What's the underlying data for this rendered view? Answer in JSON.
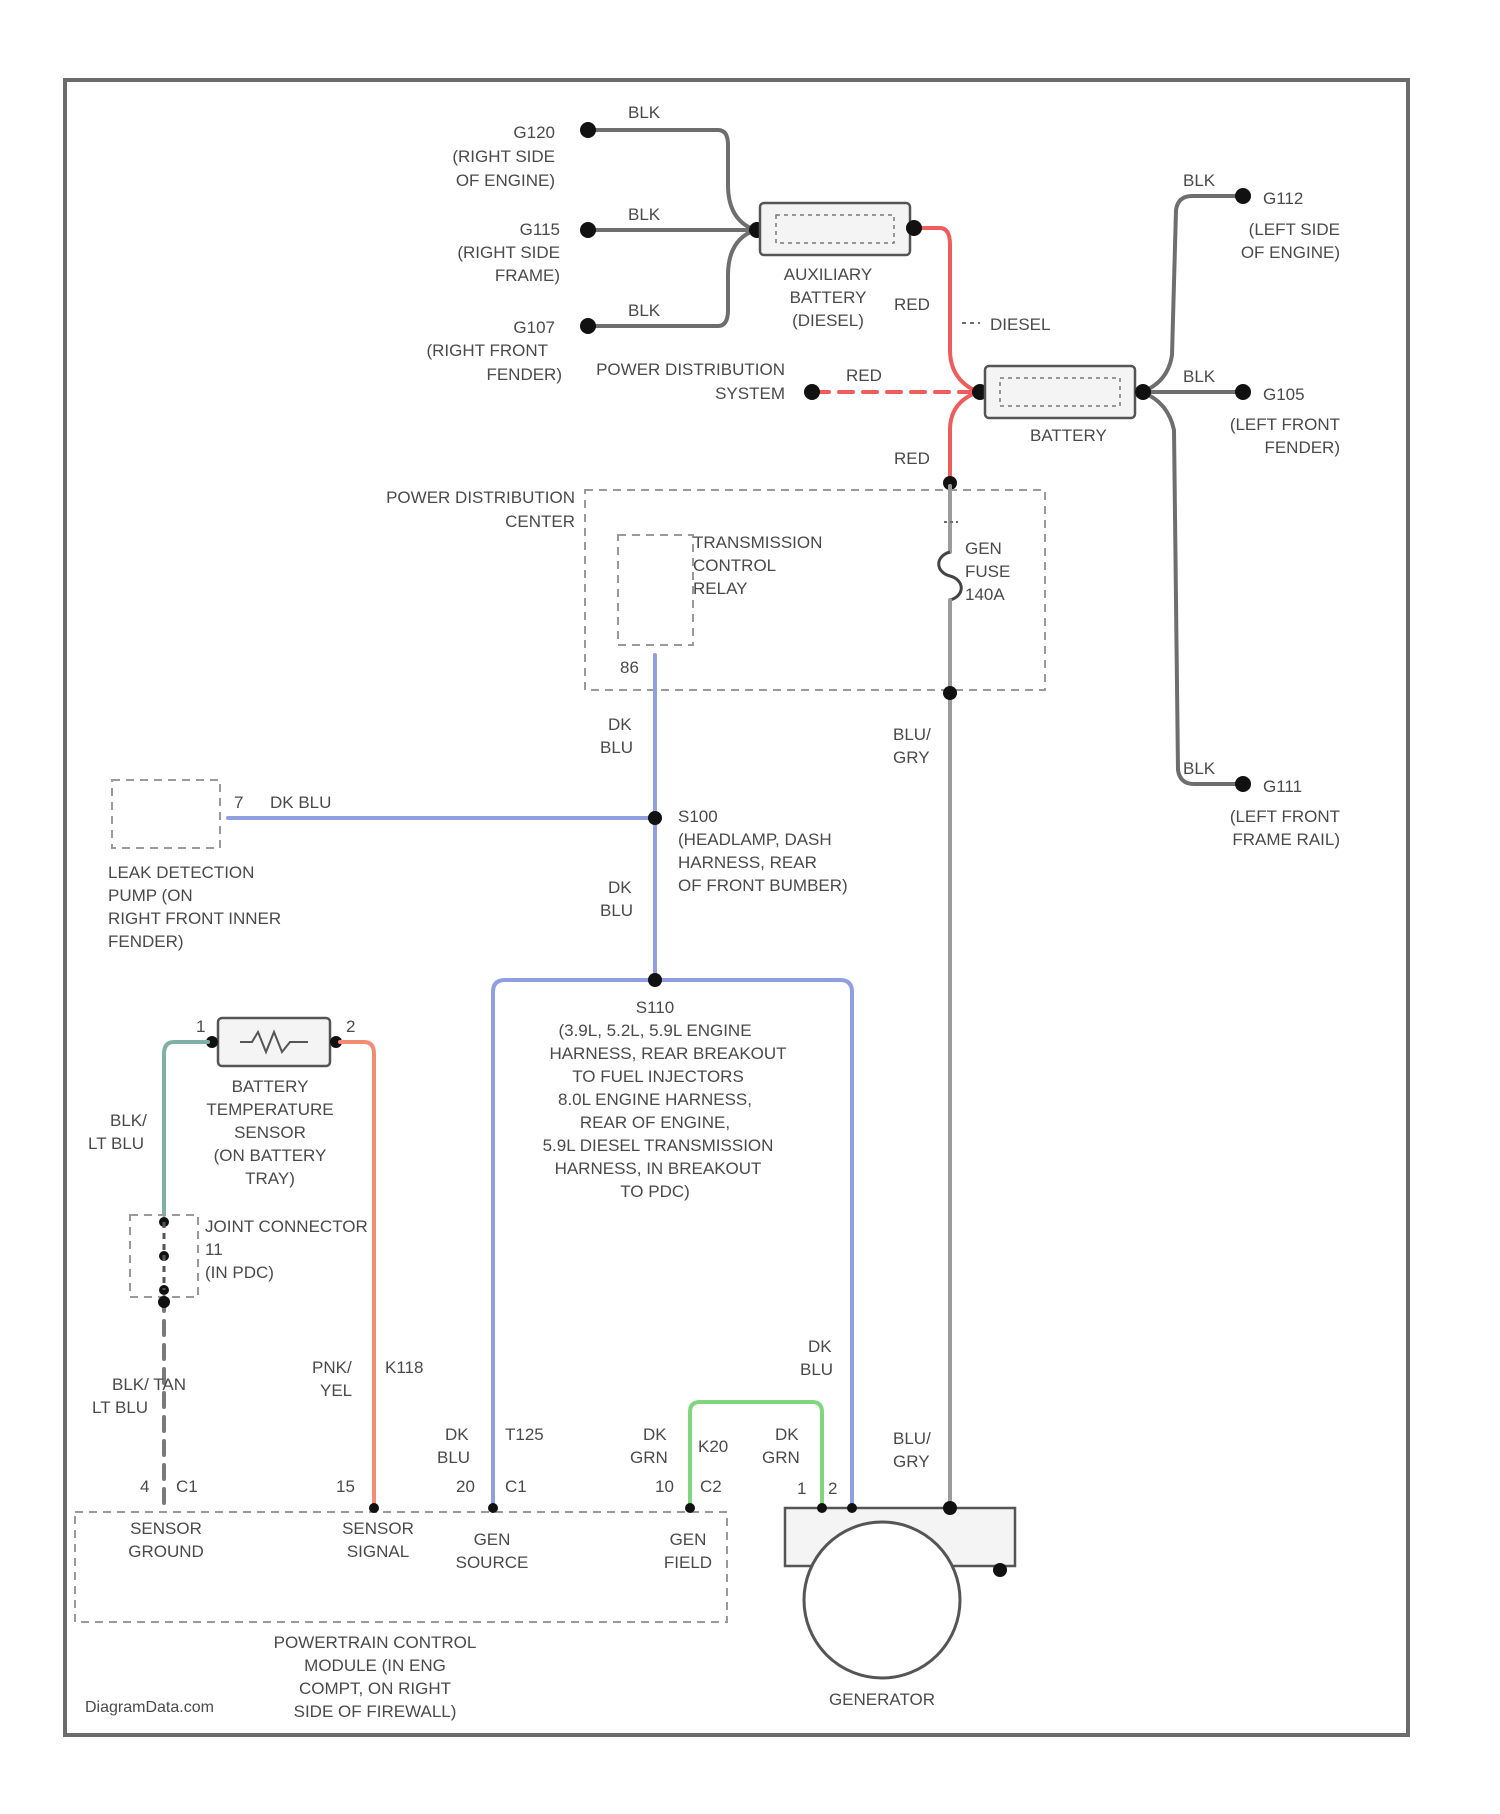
{
  "colors": {
    "blk": "#6e6e6e",
    "red": "#ef5c5c",
    "dk_blu": "#8f9fdf",
    "blu_gry": "#9c9c9c",
    "blk_lt_blu": "#7fb0a6",
    "pnk_yel": "#ef8c72",
    "dk_grn": "#7fd67f",
    "frame": "#6b6b6b"
  },
  "grounds": {
    "g120": {
      "id": "G120",
      "loc": [
        "(RIGHT SIDE",
        "OF ENGINE)"
      ],
      "wire": "BLK"
    },
    "g115": {
      "id": "G115",
      "loc": [
        "(RIGHT SIDE",
        "FRAME)"
      ],
      "wire": "BLK"
    },
    "g107": {
      "id": "G107",
      "loc": [
        "(RIGHT FRONT",
        "FENDER)"
      ],
      "wire": "BLK"
    },
    "g112": {
      "id": "G112",
      "loc": [
        "(LEFT SIDE",
        "OF ENGINE)"
      ],
      "wire": "BLK"
    },
    "g105": {
      "id": "G105",
      "loc": [
        "(LEFT FRONT",
        "FENDER)"
      ],
      "wire": "BLK"
    },
    "g111": {
      "id": "G111",
      "loc": [
        "(LEFT FRONT",
        "FRAME RAIL)"
      ],
      "wire": "BLK"
    }
  },
  "aux_battery": {
    "lines": [
      "AUXILIARY",
      "BATTERY",
      "(DIESEL)"
    ]
  },
  "battery": {
    "label": "BATTERY"
  },
  "red_labels": {
    "upper": "RED",
    "dashed": "RED",
    "lower": "RED",
    "diesel": "DIESEL"
  },
  "pds": {
    "lines": [
      "POWER DISTRIBUTION",
      "SYSTEM"
    ]
  },
  "pdc": {
    "lines": [
      "POWER DISTRIBUTION",
      "CENTER"
    ],
    "relay": [
      "TRANSMISSION",
      "CONTROL",
      "RELAY"
    ],
    "relay_pin": "86",
    "fuse": [
      "GEN",
      "FUSE",
      "140A"
    ]
  },
  "wires": {
    "dk_blu_1": [
      "DK",
      "BLU"
    ],
    "dk_blu_2": [
      "DK",
      "BLU"
    ],
    "blu_gry_1": [
      "BLU/",
      "GRY"
    ],
    "blu_gry_2": [
      "BLU/",
      "GRY"
    ],
    "dk_blu_gen": [
      "DK",
      "BLU"
    ],
    "blk_lt_blu_1": [
      "BLK/",
      "LT BLU"
    ],
    "blk_lt_blu_2": [
      "BLK/ TAN",
      "LT BLU"
    ],
    "pnk_yel": [
      "PNK/",
      "YEL"
    ],
    "dk_blu_pcm": [
      "DK",
      "BLU"
    ],
    "dk_grn_1": [
      "DK",
      "GRN"
    ],
    "dk_grn_2": [
      "DK",
      "GRN"
    ]
  },
  "leak_pump": {
    "pin": "7",
    "wire": "DK BLU",
    "lines": [
      "LEAK DETECTION",
      "PUMP (ON",
      "RIGHT FRONT INNER",
      "FENDER)"
    ]
  },
  "s100": {
    "lines": [
      "S100",
      "(HEADLAMP, DASH",
      "HARNESS, REAR",
      "OF FRONT BUMBER)"
    ]
  },
  "s110": {
    "lines": [
      "S110",
      "(3.9L, 5.2L, 5.9L ENGINE",
      "HARNESS, REAR BREAKOUT",
      "TO FUEL INJECTORS",
      "8.0L ENGINE HARNESS,",
      "REAR OF ENGINE,",
      "5.9L DIESEL TRANSMISSION",
      "HARNESS, IN BREAKOUT",
      "TO PDC)"
    ]
  },
  "batt_temp": {
    "pin1": "1",
    "pin2": "2",
    "lines": [
      "BATTERY",
      "TEMPERATURE",
      "SENSOR",
      "(ON BATTERY",
      "TRAY)"
    ]
  },
  "joint_connector": {
    "lines": [
      "JOINT CONNECTOR",
      "11",
      "(IN PDC)"
    ]
  },
  "circuits": {
    "k118": "K118",
    "t125": "T125",
    "k20": "K20"
  },
  "pcm": {
    "pins": {
      "ground": {
        "num": "4",
        "conn": "C1",
        "lines": [
          "SENSOR",
          "GROUND"
        ]
      },
      "signal": {
        "num": "15",
        "conn": "",
        "lines": [
          "SENSOR",
          "SIGNAL"
        ]
      },
      "source": {
        "num": "20",
        "conn": "C1",
        "lines": [
          "GEN",
          "SOURCE"
        ]
      },
      "field": {
        "num": "10",
        "conn": "C2",
        "lines": [
          "GEN",
          "FIELD"
        ]
      }
    },
    "lines": [
      "POWERTRAIN CONTROL",
      "MODULE (IN ENG",
      "COMPT, ON RIGHT",
      "SIDE OF FIREWALL)"
    ]
  },
  "generator": {
    "label": "GENERATOR",
    "pin1": "1",
    "pin2": "2"
  },
  "watermark": "DiagramData.com"
}
